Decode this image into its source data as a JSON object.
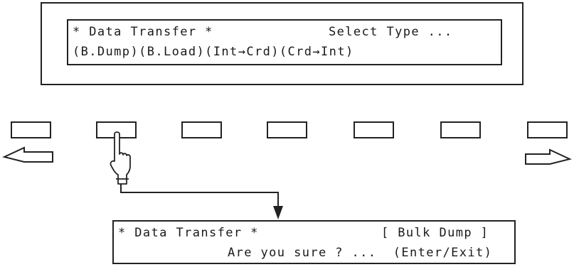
{
  "screen_top": {
    "line1_left": "* Data Transfer *",
    "line1_right": "Select Type ...",
    "softkey_labels": "(B.Dump)(B.Load)(Int→Crd)(Crd→Int)"
  },
  "screen_bottom": {
    "line1_left": "* Data Transfer *",
    "line1_right": "[ Bulk Dump ]",
    "line2": "Are you sure ? ...  (Enter/Exit)"
  },
  "softkeys": {
    "count": 7,
    "pressed_index": 1,
    "left_arrow_icon": "arrow-left-icon",
    "right_arrow_icon": "arrow-right-icon",
    "pointer_icon": "hand-pointer-icon"
  }
}
